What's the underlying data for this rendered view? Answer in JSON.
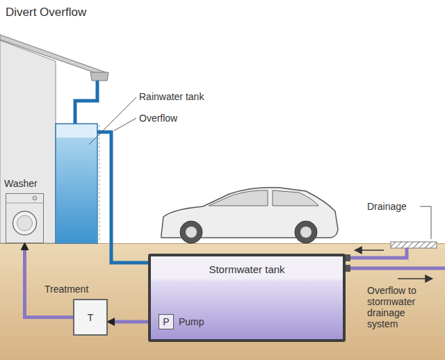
{
  "diagram": {
    "title": "Divert Overflow",
    "nodes": [
      {
        "text": [
          "Washer"
        ]
      },
      {
        "text": [
          "Stormwater tank"
        ]
      },
      {
        "text": [
          "Treatment",
          "T"
        ]
      },
      {
        "text": [
          "P",
          "Pump"
        ],
        "in": 1
      }
    ],
    "edges": [
      {
        "from": 3,
        "to": 2,
        "arrow": "to"
      },
      {
        "from": 2,
        "to": 0,
        "arrow": "to"
      }
    ],
    "labels": [
      "Rainwater tank",
      "Overflow",
      "Drainage",
      "Overflow to stormwater drainage system"
    ]
  }
}
